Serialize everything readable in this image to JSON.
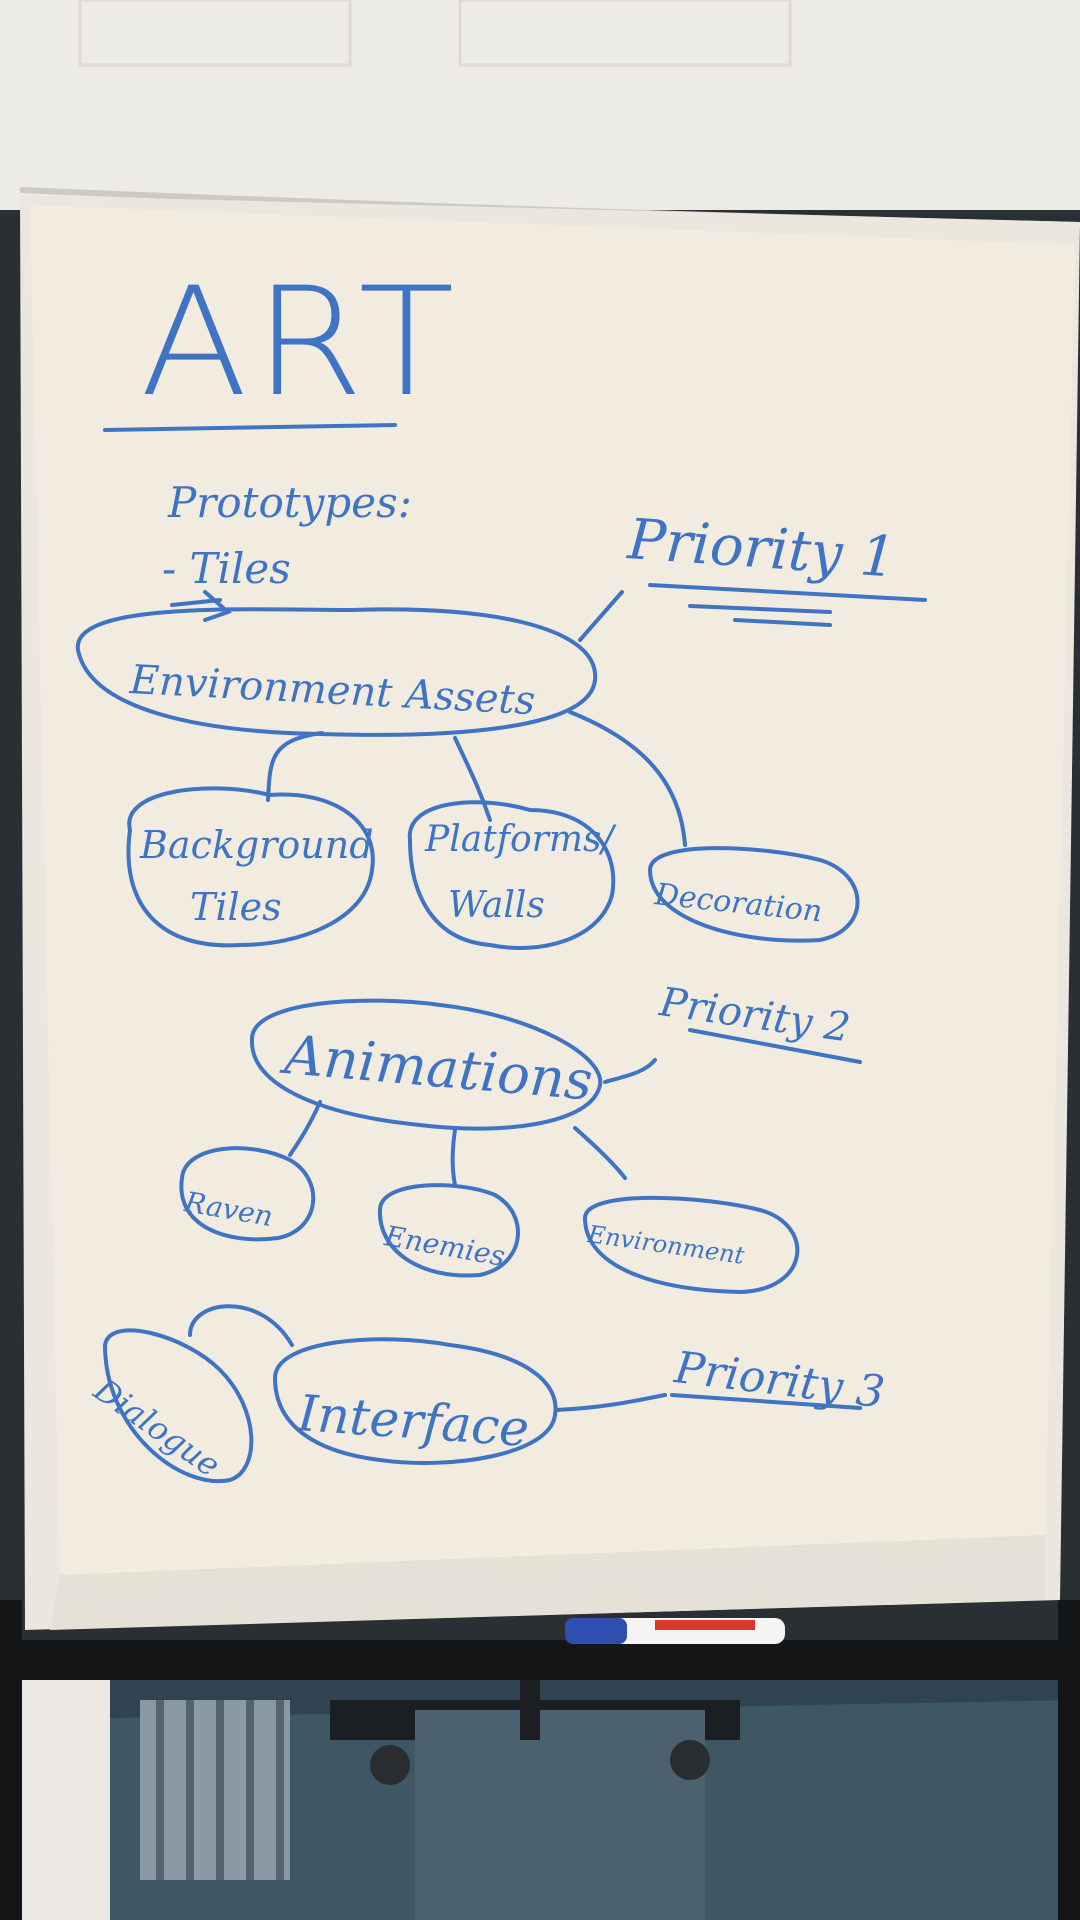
{
  "flipchart": {
    "title": "ART",
    "prototypes_heading": "Prototypes:",
    "prototypes_item": "- Tiles",
    "priority_1": "Priority 1",
    "priority_2": "Priority 2",
    "priority_3": "Priority 3",
    "environment_assets": "Environment Assets",
    "background_tiles_line1": "Background",
    "background_tiles_line2": "Tiles",
    "platforms_walls_line1": "Platforms/",
    "platforms_walls_line2": "Walls",
    "decoration": "Decoration",
    "animations": "Animations",
    "raven": "Raven",
    "enemies": "Enemies",
    "environment": "Environment",
    "dialogue": "Dialogue",
    "interface": "Interface"
  },
  "colors": {
    "ink": "#3f73c4",
    "paper": "#f2ece0",
    "stand": "#1c1f22",
    "floor": "#3d5764",
    "marker_cap": "#2f4fb0",
    "marker_label": "#d63a2f"
  }
}
